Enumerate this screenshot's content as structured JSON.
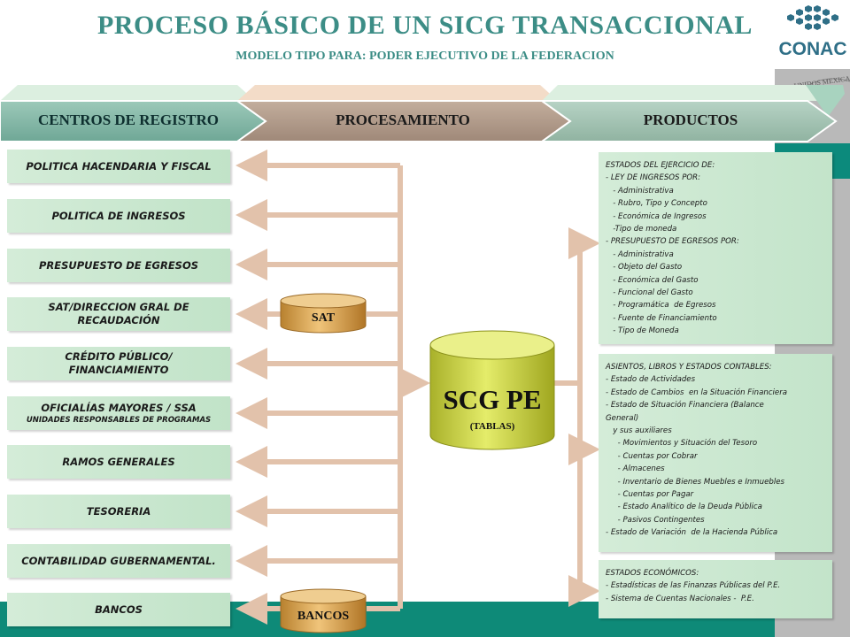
{
  "header": {
    "title": "PROCESO BÁSICO  DE UN SICG TRANSACCIONAL",
    "subtitle": "MODELO TIPO PARA: PODER EJECUTIVO DE LA FEDERACION",
    "logo": "CONAC",
    "seal_text": "UNIDOS MEXICA"
  },
  "stages": [
    {
      "label": "CENTROS DE REGISTRO"
    },
    {
      "label": "PROCESAMIENTO"
    },
    {
      "label": "PRODUCTOS"
    }
  ],
  "inputs": [
    {
      "label": "POLITICA HACENDARIA Y FISCAL"
    },
    {
      "label": "POLITICA DE  INGRESOS"
    },
    {
      "label": "PRESUPUESTO  DE EGRESOS"
    },
    {
      "label": "SAT/DIRECCION GRAL DE",
      "label2": "RECAUDACIÓN"
    },
    {
      "label": "CRÉDITO PÚBLICO/",
      "label2": "FINANCIAMIENTO"
    },
    {
      "label": "OFICIALÍAS MAYORES / SSA",
      "sub": "UNIDADES RESPONSABLES DE PROGRAMAS"
    },
    {
      "label": "RAMOS GENERALES"
    },
    {
      "label": "TESORERIA"
    },
    {
      "label": "CONTABILIDAD GUBERNAMENTAL."
    },
    {
      "label": "BANCOS"
    }
  ],
  "cylinders": {
    "sat": "SAT",
    "bancos": "BANCOS",
    "main": {
      "title": "SCG  PE",
      "sub": "(TABLAS)"
    }
  },
  "outputs": [
    {
      "lines": [
        "ESTADOS DEL EJERCICIO DE:",
        "- LEY DE INGRESOS POR:",
        "   - Administrativa",
        "   - Rubro, Tipo y Concepto",
        "   - Económica de Ingresos",
        "   -Tipo de moneda",
        "- PRESUPUESTO DE EGRESOS POR:",
        "   - Administrativa",
        "   - Objeto del Gasto",
        "   - Económica del Gasto",
        "   - Funcional del Gasto",
        "   - Programática  de Egresos",
        "   - Fuente de Financiamiento",
        "   - Tipo de Moneda"
      ]
    },
    {
      "lines": [
        "ASIENTOS, LIBROS Y ESTADOS CONTABLES:",
        "- Estado de Actividades",
        "- Estado de Cambios  en la Situación Financiera",
        "- Estado de Situación Financiera (Balance",
        "General)",
        "   y sus auxiliares",
        "     - Movimientos y Situación del Tesoro",
        "     - Cuentas por Cobrar",
        "     - Almacenes",
        "     - Inventario de Bienes Muebles e Inmuebles",
        "     - Cuentas por Pagar",
        "     - Estado Analítico de la Deuda Pública",
        "     - Pasivos Contingentes",
        "- Estado de Variación  de la Hacienda Pública"
      ]
    },
    {
      "lines": [
        "ESTADOS ECONÓMICOS:",
        "- Estadísticas de las Finanzas Públicas del P.E.",
        "- Sistema de Cuentas Nacionales -  P.E."
      ]
    }
  ],
  "colors": {
    "title": "#3c8d86",
    "stage_registro": "#7fb5a6",
    "stage_proceso": "#b09a8a",
    "stage_productos": "#9fbfae",
    "arrow": "#e2c2ab",
    "cylinder": "#c9d23a",
    "small_cylinder": "#d8a04c",
    "box": "#c9e7cf",
    "footer": "#0e8a78"
  }
}
